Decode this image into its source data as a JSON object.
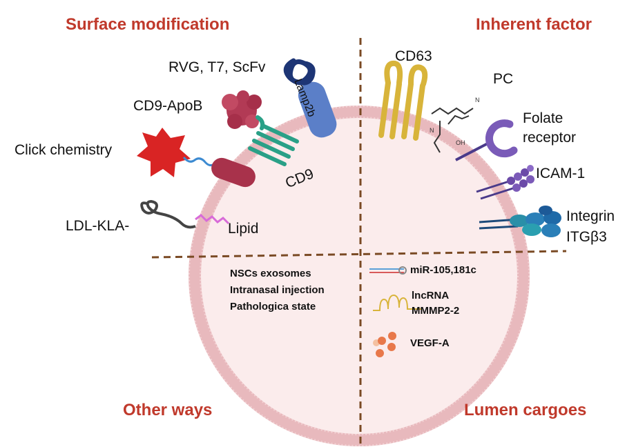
{
  "quadrants": {
    "top_left": "Surface modification",
    "top_right": "Inherent factor",
    "bottom_left": "Other ways",
    "bottom_right": "Lumen cargoes"
  },
  "surface_labels": {
    "rvg": "RVG, T7, ScFv",
    "lamp2b": "Lamp2b",
    "cd9_apob": "CD9-ApoB",
    "cd9": "CD9",
    "click": "Click chemistry",
    "ldl": "LDL-KLA-",
    "lipid": "Lipid"
  },
  "inherent_labels": {
    "cd63": "CD63",
    "pc": "PC",
    "folate_1": "Folate",
    "folate_2": "receptor",
    "icam": "ICAM-1",
    "integrin": "Integrin",
    "itgb3": "ITGβ3"
  },
  "other_ways": [
    "NSCs exosomes",
    "Intranasal injection",
    "Pathologica state"
  ],
  "lumen": {
    "mir": "miR-105,181c",
    "lnc_1": "lncRNA",
    "lnc_2": "MMMP2-2",
    "vegf": "VEGF-A"
  },
  "colors": {
    "quadrant_title": "#c0392b",
    "divider": "#7a4a24",
    "vesicle_fill": "#fbecec",
    "membrane": "#e8b9bd"
  }
}
